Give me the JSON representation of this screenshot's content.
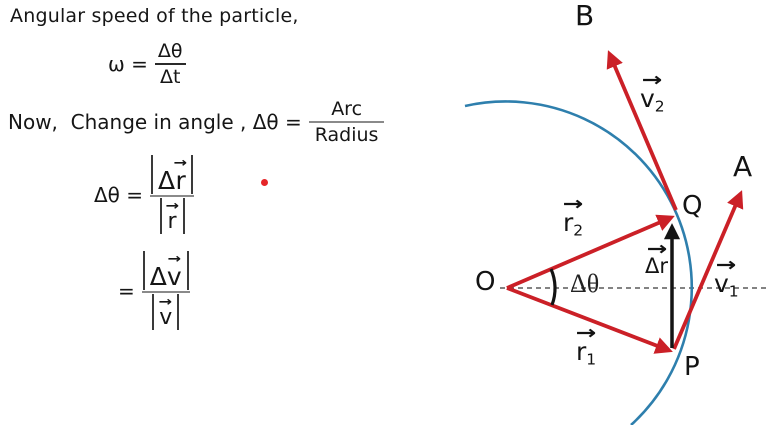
{
  "left_panel": {
    "heading": "Angular speed of the particle,",
    "eq_omega": {
      "lhs": "ω =",
      "numerator": "Δθ",
      "denominator": "Δt"
    },
    "eq_angle": {
      "prefix": "Now,  Change in angle , Δθ =",
      "numerator": "Arc",
      "denominator": "Radius"
    },
    "eq_dr": {
      "lhs": "Δθ =",
      "num_delta": "Δ",
      "num_letter": "r",
      "den_letter": "r"
    },
    "eq_dv": {
      "lhs": "=",
      "num_delta": "Δ",
      "num_letter": "v",
      "den_letter": "v"
    }
  },
  "diagram": {
    "points": {
      "center": "O",
      "upper": "Q",
      "lower": "P",
      "tip_upper": "B",
      "tip_lower": "A"
    },
    "vectors": {
      "r2": {
        "base": "r",
        "sub": "2"
      },
      "r1": {
        "base": "r",
        "sub": "1"
      },
      "v2": {
        "base": "v",
        "sub": "2"
      },
      "v1": {
        "base": "v",
        "sub": "1"
      },
      "dr": {
        "base": "Δr"
      }
    },
    "angle_label": "Δθ",
    "colors": {
      "arrow_red": "#cb2027",
      "curve_blue": "#2e7fad",
      "ink_black": "#141414",
      "bar_gray": "#8a8a8a",
      "dot_red": "#e52528"
    }
  },
  "icons": {
    "vector_arrow": "→"
  }
}
